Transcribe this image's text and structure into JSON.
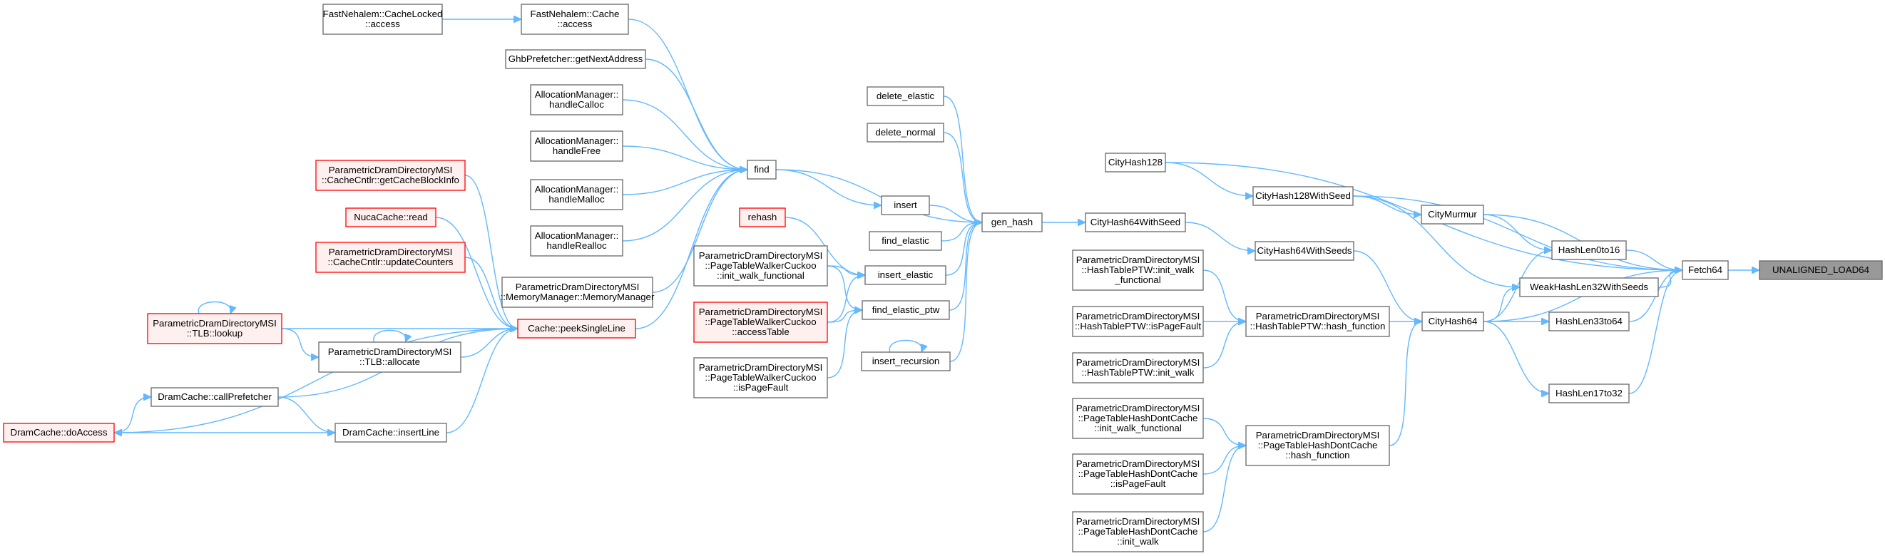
{
  "colors": {
    "edge": "#63b8ff",
    "node_border": "#666666",
    "highlight_border": "#ff0000",
    "highlight_fill": "#fff0f0",
    "root_fill": "#999999",
    "background": "#ffffff"
  },
  "nodes": [
    {
      "id": "root",
      "lines": [
        "UNALIGNED_LOAD64"
      ],
      "style": "gray"
    },
    {
      "id": "fetch64",
      "lines": [
        "Fetch64"
      ],
      "style": "normal"
    },
    {
      "id": "cityhash128",
      "lines": [
        "CityHash128"
      ],
      "style": "normal"
    },
    {
      "id": "cityhash128seed",
      "lines": [
        "CityHash128WithSeed"
      ],
      "style": "normal"
    },
    {
      "id": "citymurmur",
      "lines": [
        "CityMurmur"
      ],
      "style": "normal"
    },
    {
      "id": "hashlen0to16",
      "lines": [
        "HashLen0to16"
      ],
      "style": "normal"
    },
    {
      "id": "weakhash",
      "lines": [
        "WeakHashLen32WithSeeds"
      ],
      "style": "normal"
    },
    {
      "id": "hashlen33to64",
      "lines": [
        "HashLen33to64"
      ],
      "style": "normal"
    },
    {
      "id": "cityhash64",
      "lines": [
        "CityHash64"
      ],
      "style": "normal"
    },
    {
      "id": "hashlen17to32",
      "lines": [
        "HashLen17to32"
      ],
      "style": "normal"
    },
    {
      "id": "cityhash64seed",
      "lines": [
        "CityHash64WithSeed"
      ],
      "style": "normal"
    },
    {
      "id": "cityhash64seeds",
      "lines": [
        "CityHash64WithSeeds"
      ],
      "style": "normal"
    },
    {
      "id": "ptw_hash",
      "lines": [
        "ParametricDramDirectoryMSI",
        "::HashTablePTW::hash_function"
      ],
      "style": "normal"
    },
    {
      "id": "ptw_init",
      "lines": [
        "ParametricDramDirectoryMSI",
        "::HashTablePTW::init_walk",
        "_functional"
      ],
      "style": "normal"
    },
    {
      "id": "ptw_fault",
      "lines": [
        "ParametricDramDirectoryMSI",
        "::HashTablePTW::isPageFault"
      ],
      "style": "normal"
    },
    {
      "id": "ptw_walk",
      "lines": [
        "ParametricDramDirectoryMSI",
        "::HashTablePTW::init_walk"
      ],
      "style": "normal"
    },
    {
      "id": "pdc_hash",
      "lines": [
        "ParametricDramDirectoryMSI",
        "::PageTableHashDontCache",
        "::hash_function"
      ],
      "style": "normal"
    },
    {
      "id": "pdc_init",
      "lines": [
        "ParametricDramDirectoryMSI",
        "::PageTableHashDontCache",
        "::init_walk_functional"
      ],
      "style": "normal"
    },
    {
      "id": "pdc_fault",
      "lines": [
        "ParametricDramDirectoryMSI",
        "::PageTableHashDontCache",
        "::isPageFault"
      ],
      "style": "normal"
    },
    {
      "id": "pdc_walk",
      "lines": [
        "ParametricDramDirectoryMSI",
        "::PageTableHashDontCache",
        "::init_walk"
      ],
      "style": "normal"
    },
    {
      "id": "gen_hash",
      "lines": [
        "gen_hash"
      ],
      "style": "normal"
    },
    {
      "id": "delete_elastic",
      "lines": [
        "delete_elastic"
      ],
      "style": "normal"
    },
    {
      "id": "delete_normal",
      "lines": [
        "delete_normal"
      ],
      "style": "normal"
    },
    {
      "id": "find",
      "lines": [
        "find"
      ],
      "style": "normal"
    },
    {
      "id": "insert",
      "lines": [
        "insert"
      ],
      "style": "normal"
    },
    {
      "id": "find_elastic",
      "lines": [
        "find_elastic"
      ],
      "style": "normal"
    },
    {
      "id": "insert_elastic",
      "lines": [
        "insert_elastic"
      ],
      "style": "normal"
    },
    {
      "id": "find_elastic_ptw",
      "lines": [
        "find_elastic_ptw"
      ],
      "style": "normal"
    },
    {
      "id": "insert_recursion",
      "lines": [
        "insert_recursion"
      ],
      "style": "normal"
    },
    {
      "id": "rehash",
      "lines": [
        "rehash"
      ],
      "style": "red"
    },
    {
      "id": "cuckoo_init",
      "lines": [
        "ParametricDramDirectoryMSI",
        "::PageTableWalkerCuckoo",
        "::init_walk_functional"
      ],
      "style": "normal"
    },
    {
      "id": "cuckoo_access",
      "lines": [
        "ParametricDramDirectoryMSI",
        "::PageTableWalkerCuckoo",
        "::accessTable"
      ],
      "style": "red"
    },
    {
      "id": "cuckoo_fault",
      "lines": [
        "ParametricDramDirectoryMSI",
        "::PageTableWalkerCuckoo",
        "::isPageFault"
      ],
      "style": "normal"
    },
    {
      "id": "nehalem_locked",
      "lines": [
        "FastNehalem::CacheLocked",
        "::access"
      ],
      "style": "normal"
    },
    {
      "id": "nehalem_cache",
      "lines": [
        "FastNehalem::Cache",
        "::access"
      ],
      "style": "normal"
    },
    {
      "id": "ghb",
      "lines": [
        "GhbPrefetcher::getNextAddress"
      ],
      "style": "normal"
    },
    {
      "id": "am_calloc",
      "lines": [
        "AllocationManager::",
        "handleCalloc"
      ],
      "style": "normal"
    },
    {
      "id": "am_free",
      "lines": [
        "AllocationManager::",
        "handleFree"
      ],
      "style": "normal"
    },
    {
      "id": "am_malloc",
      "lines": [
        "AllocationManager::",
        "handleMalloc"
      ],
      "style": "normal"
    },
    {
      "id": "am_realloc",
      "lines": [
        "AllocationManager::",
        "handleRealloc"
      ],
      "style": "normal"
    },
    {
      "id": "mm",
      "lines": [
        "ParametricDramDirectoryMSI",
        "::MemoryManager::MemoryManager"
      ],
      "style": "normal"
    },
    {
      "id": "peek",
      "lines": [
        "Cache::peekSingleLine"
      ],
      "style": "red"
    },
    {
      "id": "getcbi",
      "lines": [
        "ParametricDramDirectoryMSI",
        "::CacheCntlr::getCacheBlockInfo"
      ],
      "style": "red"
    },
    {
      "id": "nuca",
      "lines": [
        "NucaCache::read"
      ],
      "style": "red"
    },
    {
      "id": "updcnt",
      "lines": [
        "ParametricDramDirectoryMSI",
        "::CacheCntlr::updateCounters"
      ],
      "style": "red"
    },
    {
      "id": "tlb_lookup",
      "lines": [
        "ParametricDramDirectoryMSI",
        "::TLB::lookup"
      ],
      "style": "red"
    },
    {
      "id": "tlb_alloc",
      "lines": [
        "ParametricDramDirectoryMSI",
        "::TLB::allocate"
      ],
      "style": "normal"
    },
    {
      "id": "dram_pref",
      "lines": [
        "DramCache::callPrefetcher"
      ],
      "style": "normal"
    },
    {
      "id": "dram_insert",
      "lines": [
        "DramCache::insertLine"
      ],
      "style": "normal"
    },
    {
      "id": "dram_access",
      "lines": [
        "DramCache::doAccess"
      ],
      "style": "red"
    }
  ],
  "edges": [
    [
      "fetch64",
      "root"
    ],
    [
      "cityhash128",
      "fetch64"
    ],
    [
      "cityhash128seed",
      "fetch64"
    ],
    [
      "citymurmur",
      "fetch64"
    ],
    [
      "hashlen0to16",
      "fetch64"
    ],
    [
      "weakhash",
      "fetch64"
    ],
    [
      "hashlen33to64",
      "fetch64"
    ],
    [
      "cityhash64",
      "fetch64"
    ],
    [
      "hashlen17to32",
      "fetch64"
    ],
    [
      "cityhash128",
      "cityhash128seed"
    ],
    [
      "cityhash128seed",
      "citymurmur"
    ],
    [
      "cityhash128seed",
      "weakhash"
    ],
    [
      "citymurmur",
      "hashlen0to16"
    ],
    [
      "cityhash64",
      "hashlen0to16"
    ],
    [
      "cityhash64",
      "weakhash"
    ],
    [
      "cityhash64",
      "hashlen33to64"
    ],
    [
      "cityhash64",
      "hashlen17to32"
    ],
    [
      "cityhash64seeds",
      "cityhash64"
    ],
    [
      "ptw_hash",
      "cityhash64"
    ],
    [
      "pdc_hash",
      "cityhash64"
    ],
    [
      "cityhash64seed",
      "cityhash64seeds"
    ],
    [
      "ptw_init",
      "ptw_hash"
    ],
    [
      "ptw_fault",
      "ptw_hash"
    ],
    [
      "ptw_walk",
      "ptw_hash"
    ],
    [
      "pdc_init",
      "pdc_hash"
    ],
    [
      "pdc_fault",
      "pdc_hash"
    ],
    [
      "pdc_walk",
      "pdc_hash"
    ],
    [
      "gen_hash",
      "cityhash64seed"
    ],
    [
      "delete_elastic",
      "gen_hash"
    ],
    [
      "delete_normal",
      "gen_hash"
    ],
    [
      "find",
      "gen_hash"
    ],
    [
      "insert",
      "gen_hash"
    ],
    [
      "find_elastic",
      "gen_hash"
    ],
    [
      "insert_elastic",
      "gen_hash"
    ],
    [
      "find_elastic_ptw",
      "gen_hash"
    ],
    [
      "insert_recursion",
      "gen_hash"
    ],
    [
      "insert_recursion",
      "insert_recursion"
    ],
    [
      "find",
      "insert"
    ],
    [
      "rehash",
      "insert_elastic"
    ],
    [
      "cuckoo_init",
      "insert_elastic"
    ],
    [
      "cuckoo_init",
      "find_elastic_ptw"
    ],
    [
      "cuckoo_access",
      "insert_elastic"
    ],
    [
      "cuckoo_access",
      "find_elastic_ptw"
    ],
    [
      "cuckoo_fault",
      "find_elastic_ptw"
    ],
    [
      "nehalem_locked",
      "nehalem_cache"
    ],
    [
      "nehalem_cache",
      "find"
    ],
    [
      "ghb",
      "find"
    ],
    [
      "am_calloc",
      "find"
    ],
    [
      "am_free",
      "find"
    ],
    [
      "am_malloc",
      "find"
    ],
    [
      "am_realloc",
      "find"
    ],
    [
      "mm",
      "find"
    ],
    [
      "peek",
      "find"
    ],
    [
      "getcbi",
      "peek"
    ],
    [
      "nuca",
      "peek"
    ],
    [
      "updcnt",
      "peek"
    ],
    [
      "tlb_lookup",
      "peek"
    ],
    [
      "tlb_alloc",
      "peek"
    ],
    [
      "dram_pref",
      "peek"
    ],
    [
      "dram_insert",
      "peek"
    ],
    [
      "dram_access",
      "peek"
    ],
    [
      "tlb_lookup",
      "tlb_lookup"
    ],
    [
      "tlb_lookup",
      "tlb_alloc"
    ],
    [
      "tlb_alloc",
      "tlb_alloc"
    ],
    [
      "dram_pref",
      "dram_insert"
    ],
    [
      "dram_access",
      "dram_pref"
    ],
    [
      "dram_insert",
      "dram_access"
    ]
  ]
}
